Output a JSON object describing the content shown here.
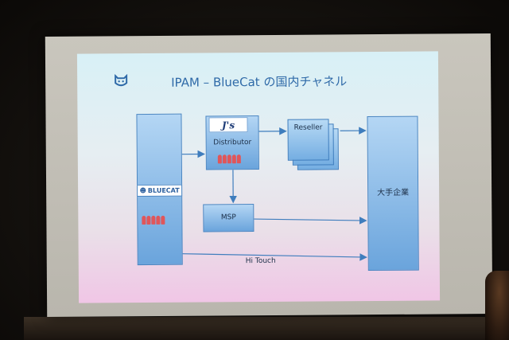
{
  "slide": {
    "title": "IPAM – BlueCat の国内チャネル",
    "logo_text": "BLUECAT",
    "js_logo_text": "J's",
    "distributor_label": "Distributor",
    "reseller_label": "Reseller",
    "msp_label": "MSP",
    "enterprise_label": "大手企業",
    "hi_touch_label": "Hi Touch"
  },
  "colors": {
    "title": "#2f6aa8",
    "box_fill": "#6aa4dc",
    "arrow": "#3f7dbd",
    "people": "#e0565a"
  },
  "icons": [
    "bluecat-logo-icon",
    "people-icon",
    "arrow-icon"
  ]
}
